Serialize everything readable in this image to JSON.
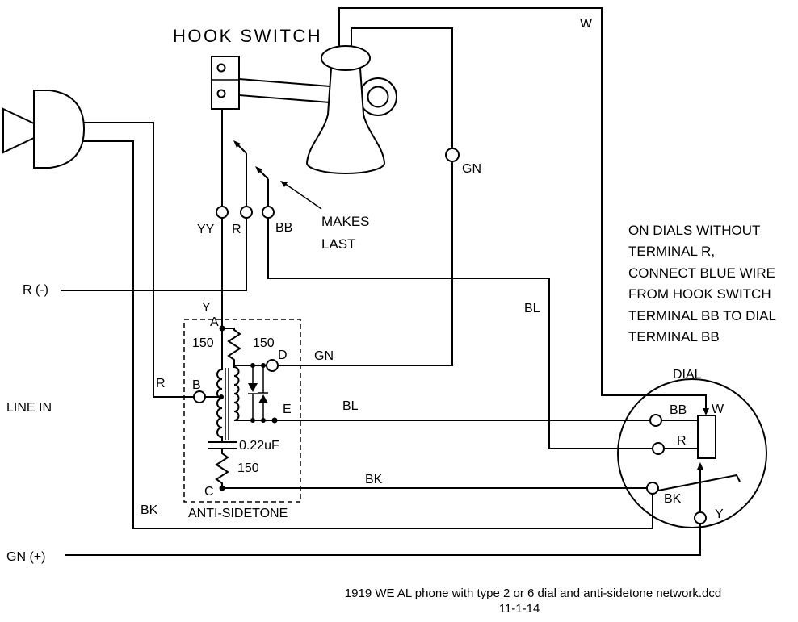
{
  "title": "HOOK SWITCH",
  "hook_switch": {
    "terminals": {
      "yy": "YY",
      "r": "R",
      "bb": "BB"
    },
    "cord_labels": {
      "w": "W",
      "gn": "GN"
    },
    "annotation": [
      "MAKES",
      "LAST"
    ]
  },
  "line": {
    "r_minus": "R (-)",
    "line_in": "LINE IN",
    "gn_plus": "GN (+)"
  },
  "wire_labels": {
    "y": "Y",
    "gn": "GN",
    "r": "R",
    "bl_e": "BL",
    "bk_c": "BK",
    "bl_dial": "BL",
    "bk_transmitter": "BK"
  },
  "network": {
    "name": "ANTI-SIDETONE",
    "terminals": {
      "a": "A",
      "b": "B",
      "c": "C",
      "d": "D",
      "e": "E"
    },
    "values": {
      "r1": "150",
      "r2": "150",
      "r3": "150",
      "cap": "0.22uF"
    }
  },
  "dial": {
    "name": "DIAL",
    "terminals": {
      "bb": "BB",
      "w": "W",
      "r": "R",
      "bk": "BK",
      "y": "Y"
    }
  },
  "note": {
    "lines": [
      "ON DIALS WITHOUT",
      "TERMINAL R,",
      "CONNECT BLUE WIRE",
      "FROM HOOK SWITCH",
      "TERMINAL BB TO DIAL",
      "TERMINAL BB"
    ]
  },
  "caption": {
    "filename": "1919 WE AL phone with type 2 or 6 dial and anti-sidetone network.dcd",
    "date": "11-1-14"
  },
  "colors": {
    "ink": "#000000",
    "background": "#ffffff"
  }
}
